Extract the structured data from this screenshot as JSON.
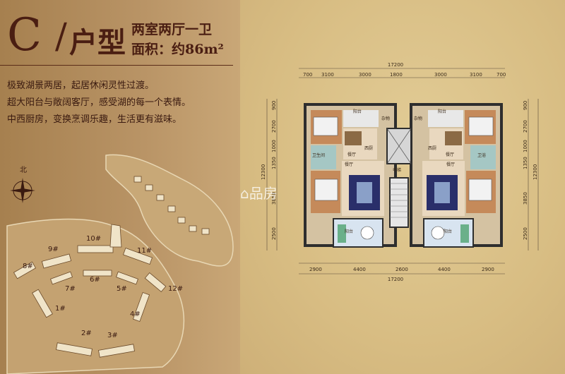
{
  "header": {
    "letter": "C",
    "slash": "/",
    "unit_type": "户型",
    "layout": "两室两厅一卫",
    "area": "面积：约86m²"
  },
  "description": [
    "极致湖景两居，起居休闲灵性过渡。",
    "超大阳台与敞阔客厅，感受湖的每一个表情。",
    "中西厨房，变换烹调乐趣，生活更有滋味。"
  ],
  "site_map": {
    "compass_label": "北",
    "buildings": [
      "1#",
      "2#",
      "3#",
      "4#",
      "5#",
      "6#",
      "7#",
      "8#",
      "9#",
      "10#",
      "11#",
      "12#"
    ]
  },
  "floor_plan": {
    "total_width": "17200",
    "total_depth": "12300",
    "top_segments": [
      "700",
      "3100",
      "3000",
      "1800",
      "3000",
      "3100",
      "700"
    ],
    "bottom_segments": [
      "2900",
      "4400",
      "2600",
      "4400",
      "2900"
    ],
    "left_segments": [
      "900",
      "2700",
      "1000",
      "1350",
      "3850",
      "2500"
    ],
    "right_segments": [
      "900",
      "2700",
      "1000",
      "1350",
      "3850",
      "2500"
    ],
    "rooms": {
      "balcony": "阳台",
      "kitchen": "西厨",
      "dining": "餐厅",
      "bath": "卫生间",
      "bathroom": "卫浴",
      "storage": "杂物"
    },
    "lift_label": "电梯"
  },
  "watermark": "品房"
}
